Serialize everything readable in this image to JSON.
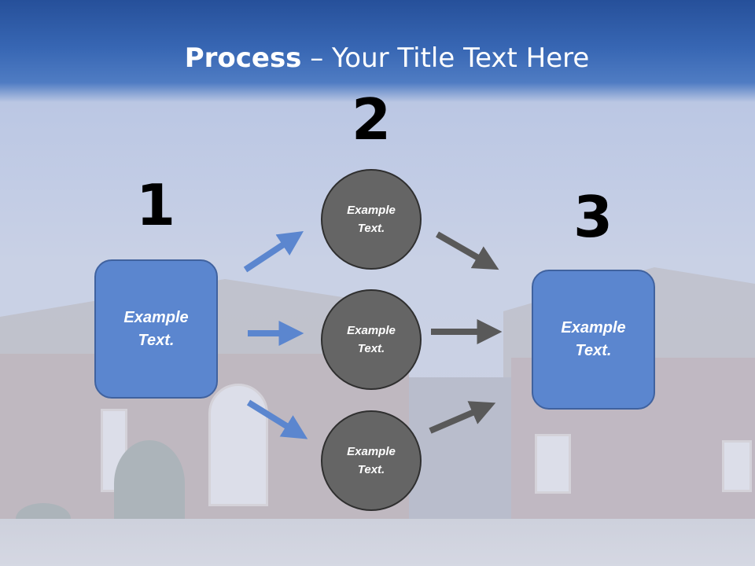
{
  "title": {
    "bold": "Process",
    "rest": " – Your Title Text Here"
  },
  "steps": [
    {
      "number": "1",
      "text": "Example Text."
    },
    {
      "number": "2",
      "items": [
        "Example Text.",
        "Example Text.",
        "Example Text."
      ]
    },
    {
      "number": "3",
      "text": "Example Text."
    }
  ],
  "colors": {
    "title_band": "#3766b3",
    "box_fill": "#5b86cf",
    "circle_fill": "#656565",
    "arrow_blue": "#5b86cf",
    "arrow_gray": "#595959"
  }
}
